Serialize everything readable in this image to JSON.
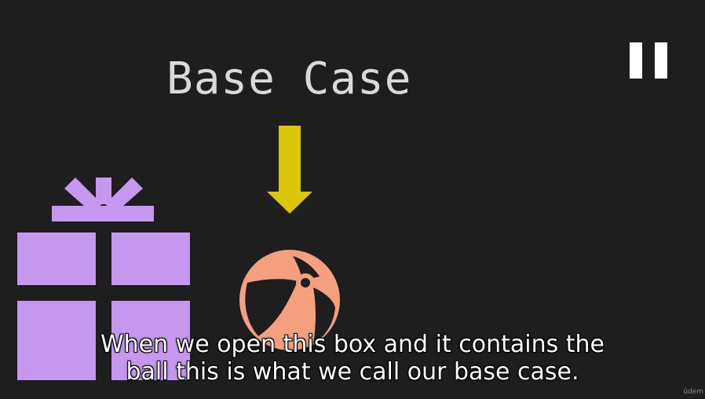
{
  "slide": {
    "title": "Base Case"
  },
  "subtitles": {
    "line1": "When we open this box and it contains the",
    "line2": "ball this is what we call our base case."
  },
  "watermark": "ûdem",
  "icons": {
    "pause": "pause-icon",
    "arrow": "arrow-down-icon",
    "gift": "gift-box-icon",
    "ball": "beach-ball-icon"
  },
  "colors": {
    "background": "#1e1e1e",
    "title": "#d9d9d9",
    "arrow": "#dbc70a",
    "gift": "#c597ef",
    "ball": "#f4a07e",
    "pause": "#ffffff"
  }
}
